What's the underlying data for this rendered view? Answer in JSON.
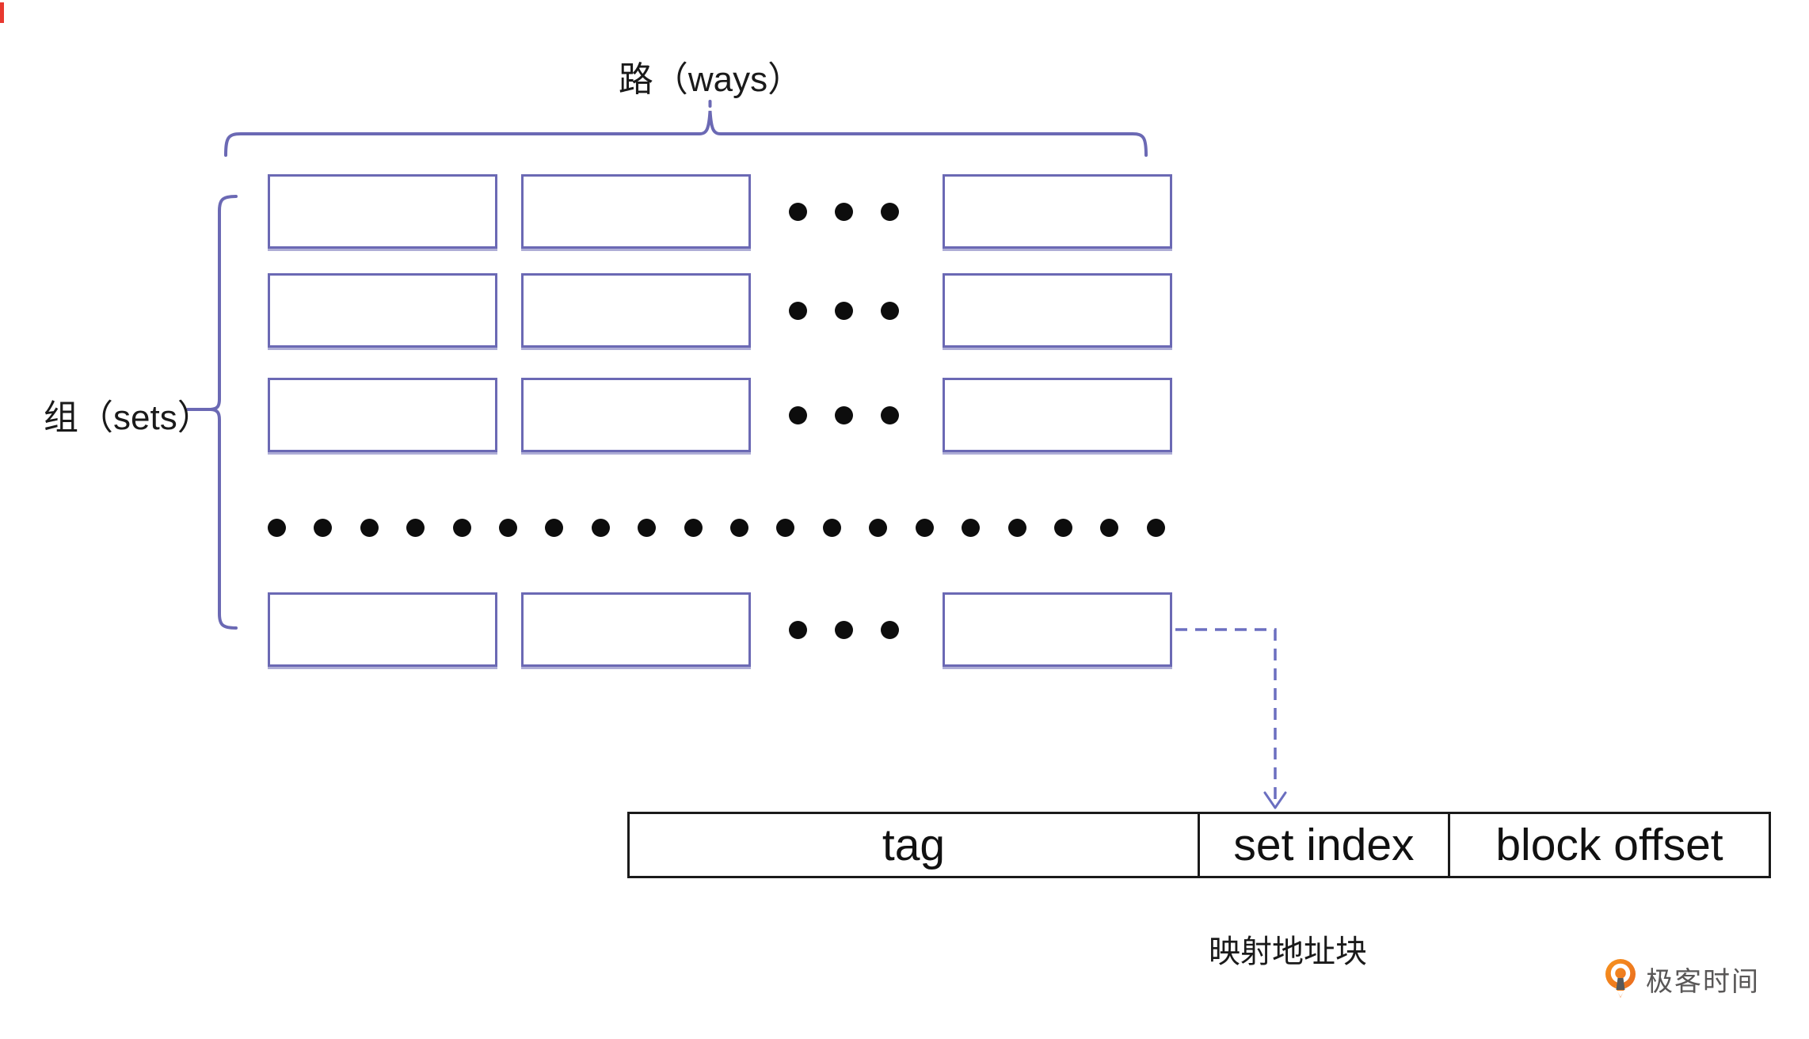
{
  "diagram": {
    "ways_label": "路（ways）",
    "sets_label": "组（sets）",
    "mapped_address_label": "映射地址块",
    "grid": {
      "visible_rows": 4,
      "visible_cols": 3,
      "row_ellipsis_dots": 3,
      "set_ellipsis_dots": 20
    },
    "address_fields": [
      {
        "label": "tag"
      },
      {
        "label": "set index"
      },
      {
        "label": "block offset"
      }
    ]
  },
  "branding": {
    "logo_text": "极客时间"
  },
  "colors": {
    "purple": "#6b69b4",
    "table_border": "#1a1a1a",
    "text": "#1a1a1a",
    "dot_black": "#0d0d0d",
    "logo_orange": "#ee7c1e",
    "logo_text_gray": "#595757"
  }
}
